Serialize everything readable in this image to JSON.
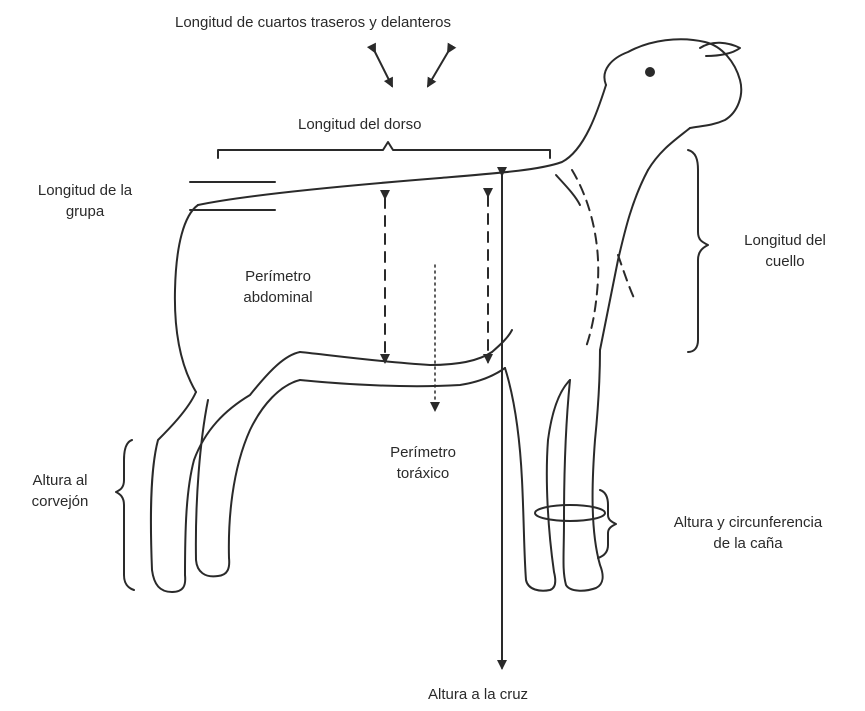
{
  "labels": {
    "hind_fore_quarters_length": "Longitud de cuartos traseros y delanteros",
    "back_length": "Longitud del dorso",
    "rump_length": [
      "Longitud de la",
      "grupa"
    ],
    "neck_length": [
      "Longitud del",
      "cuello"
    ],
    "abdominal_perimeter": [
      "Perímetro",
      "abdominal"
    ],
    "thoracic_perimeter": [
      "Perímetro",
      "toráxico"
    ],
    "hock_height": [
      "Altura al",
      "corvejón"
    ],
    "cannon_height_circumference": [
      "Altura y circunferencia",
      "de la caña"
    ],
    "withers_height": "Altura a la cruz"
  },
  "colors": {
    "ink": "#2a2a2a",
    "background": "#ffffff"
  }
}
